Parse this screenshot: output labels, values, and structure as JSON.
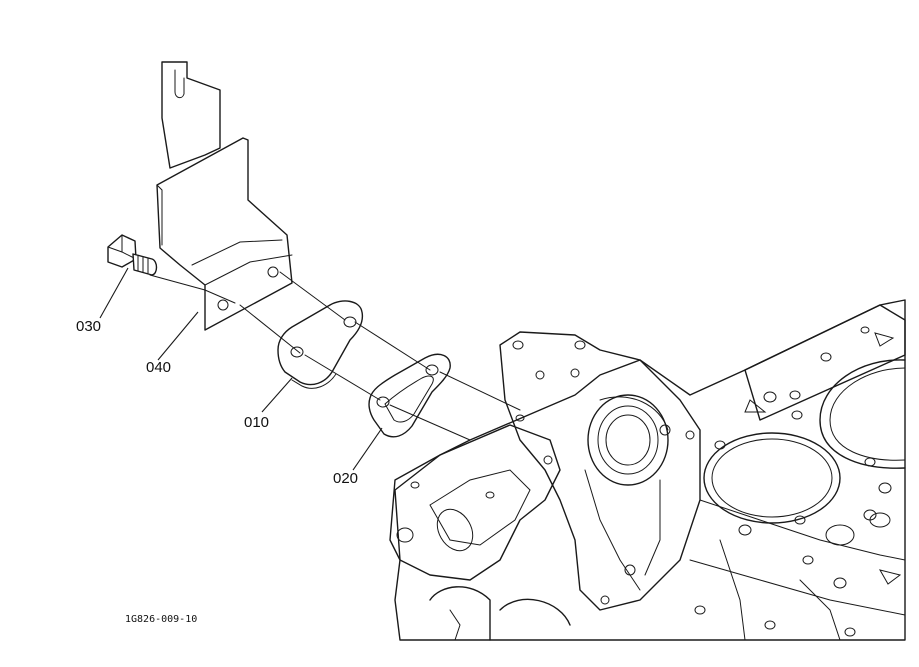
{
  "diagram": {
    "parts": [
      {
        "number": "010",
        "description": "gasket plate"
      },
      {
        "number": "020",
        "description": "gasket"
      },
      {
        "number": "030",
        "description": "bolt"
      },
      {
        "number": "040",
        "description": "bracket"
      }
    ],
    "reference_code": "1G826-009-10"
  }
}
